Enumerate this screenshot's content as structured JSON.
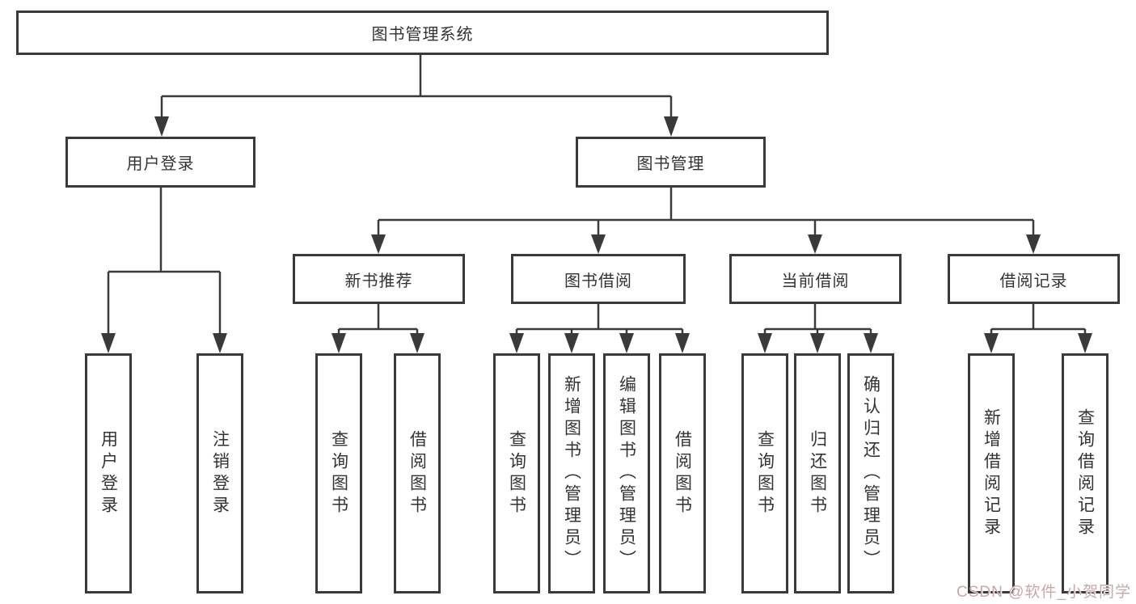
{
  "diagram": {
    "root": "图书管理系统",
    "level2": [
      "用户登录",
      "图书管理"
    ],
    "level3": [
      "新书推荐",
      "图书借阅",
      "当前借阅",
      "借阅记录"
    ],
    "leaves": [
      "用户登录",
      "注销登录",
      "查询图书",
      "借阅图书",
      "查询图书",
      "新增图书（管理员）",
      "编辑图书（管理员）",
      "借阅图书",
      "查询图书",
      "归还图书",
      "确认归还（管理员）",
      "新增借阅记录",
      "查询借阅记录"
    ],
    "hierarchy": {
      "图书管理系统": {
        "用户登录": [
          "用户登录",
          "注销登录"
        ],
        "图书管理": {
          "新书推荐": [
            "查询图书",
            "借阅图书"
          ],
          "图书借阅": [
            "查询图书",
            "新增图书（管理员）",
            "编辑图书（管理员）",
            "借阅图书"
          ],
          "当前借阅": [
            "查询图书",
            "归还图书",
            "确认归还（管理员）"
          ],
          "借阅记录": [
            "新增借阅记录",
            "查询借阅记录"
          ]
        }
      }
    },
    "colors": {
      "line": "#3a3a3a",
      "box_border": "#3a3a3a",
      "text": "#333333",
      "background": "#ffffff"
    }
  },
  "watermark": {
    "text": "CSDN @软件_小贺同学"
  }
}
